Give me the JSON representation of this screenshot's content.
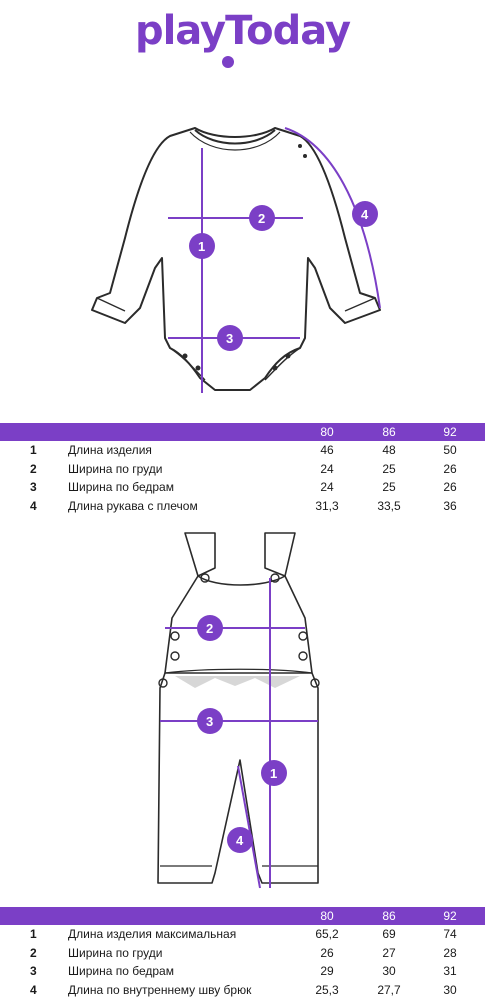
{
  "brand": {
    "name": "playToday",
    "color": "#7b3fc6"
  },
  "colors": {
    "accent": "#7b3fc6",
    "line": "#2b2b2b"
  },
  "bodysuit": {
    "markers": [
      "1",
      "2",
      "3",
      "4"
    ],
    "table": {
      "sizes": [
        "80",
        "86",
        "92"
      ],
      "rows": [
        {
          "num": "1",
          "label": "Длина изделия",
          "values": [
            "46",
            "48",
            "50"
          ]
        },
        {
          "num": "2",
          "label": "Ширина по груди",
          "values": [
            "24",
            "25",
            "26"
          ]
        },
        {
          "num": "3",
          "label": "Ширина по бедрам",
          "values": [
            "24",
            "25",
            "26"
          ]
        },
        {
          "num": "4",
          "label": "Длина рукава с плечом",
          "values": [
            "31,3",
            "33,5",
            "36"
          ]
        }
      ]
    }
  },
  "overalls": {
    "markers": [
      "1",
      "2",
      "3",
      "4"
    ],
    "table": {
      "sizes": [
        "80",
        "86",
        "92"
      ],
      "rows": [
        {
          "num": "1",
          "label": "Длина изделия максимальная",
          "values": [
            "65,2",
            "69",
            "74"
          ]
        },
        {
          "num": "2",
          "label": "Ширина по груди",
          "values": [
            "26",
            "27",
            "28"
          ]
        },
        {
          "num": "3",
          "label": "Ширина по бедрам",
          "values": [
            "29",
            "30",
            "31"
          ]
        },
        {
          "num": "4",
          "label": "Длина по внутреннему шву брюк",
          "values": [
            "25,3",
            "27,7",
            "30"
          ]
        }
      ]
    }
  }
}
